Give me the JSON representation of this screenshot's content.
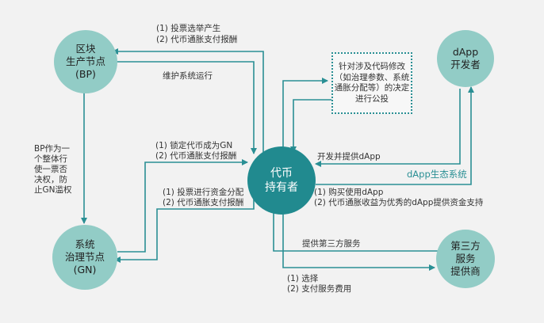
{
  "nodes": {
    "bp": "区块\n生产节点\n(BP)",
    "holder": "代币\n持有者",
    "dapp_dev": "dApp\n开发者",
    "gn": "系统\n治理节点\n(GN)",
    "third_party": "第三方\n服务\n提供商"
  },
  "note_box": "针对涉及代码修改\n（如治理参数、系统\n通胀分配等）的决定\n进行公投",
  "edge_labels": {
    "holder_to_bp_1": "(1) 投票选举产生",
    "holder_to_bp_2": "(2) 代币通胀支付报酬",
    "bp_to_holder": "维护系统运行",
    "bp_to_gn_1": "BP作为一",
    "bp_to_gn_2": "个整体行",
    "bp_to_gn_3": "使一票否",
    "bp_to_gn_4": "决权，防",
    "bp_to_gn_5": "止GN滥权",
    "gn_to_holder_1": "(1) 锁定代币成为GN",
    "gn_to_holder_2": "(2) 代币通胀支付报酬",
    "holder_to_gn_1": "(1) 投票进行资金分配",
    "holder_to_gn_2": "(2) 代币通胀支付报酬",
    "dapp_to_holder": "开发并提供dApp",
    "holder_to_dapp_1": "(1) 购买使用dApp",
    "holder_to_dapp_2": "(2) 代币通胀收益为优秀的dApp提供资金支持",
    "third_to_holder": "提供第三方服务",
    "holder_to_third_1": "(1) 选择",
    "holder_to_third_2": "(2) 支付服务费用"
  },
  "ecosystem_label": "dApp生态系统",
  "colors": {
    "dark_teal": "#218a8f",
    "light_teal": "#92ccc6",
    "line": "#2a8f94"
  }
}
